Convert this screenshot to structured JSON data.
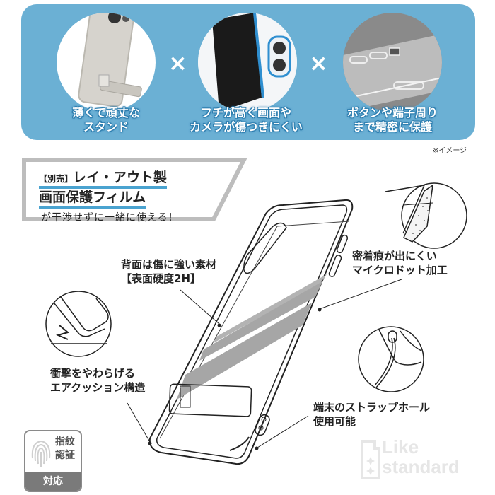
{
  "banner": {
    "background": "#6bb0d4",
    "features": [
      {
        "label_line1": "薄くて頑丈な",
        "label_line2": "スタンド",
        "image": "stand-photo"
      },
      {
        "label_line1": "フチが高く画面や",
        "label_line2": "カメラが傷つきにくい",
        "image": "raised-edge-photo"
      },
      {
        "label_line1": "ボタンや端子周り",
        "label_line2": "まで精密に保護",
        "image": "button-port-photo"
      }
    ],
    "separator": "×",
    "note": "※イメージ"
  },
  "callout": {
    "tag": "【別売】",
    "line1": "レイ・アウト製",
    "line2": "画面保護フィルム",
    "line3": "が干渉せずに一緒に使える！",
    "underline_color": "#4aa3d0"
  },
  "features": {
    "back_material": {
      "line1": "背面は傷に強い素材",
      "line2": "【表面硬度2H】"
    },
    "microdot": {
      "line1": "密着痕が出にくい",
      "line2": "マイクロドット加工"
    },
    "air_cushion": {
      "line1": "衝撃をやわらげる",
      "line2": "エアクッション構造"
    },
    "strap_hole": {
      "line1": "端末のストラップホール",
      "line2": "使用可能"
    }
  },
  "badge": {
    "line1": "指紋",
    "line2": "認証",
    "bottom": "対応"
  },
  "brand": {
    "line1": "Like",
    "line2": "standard"
  }
}
